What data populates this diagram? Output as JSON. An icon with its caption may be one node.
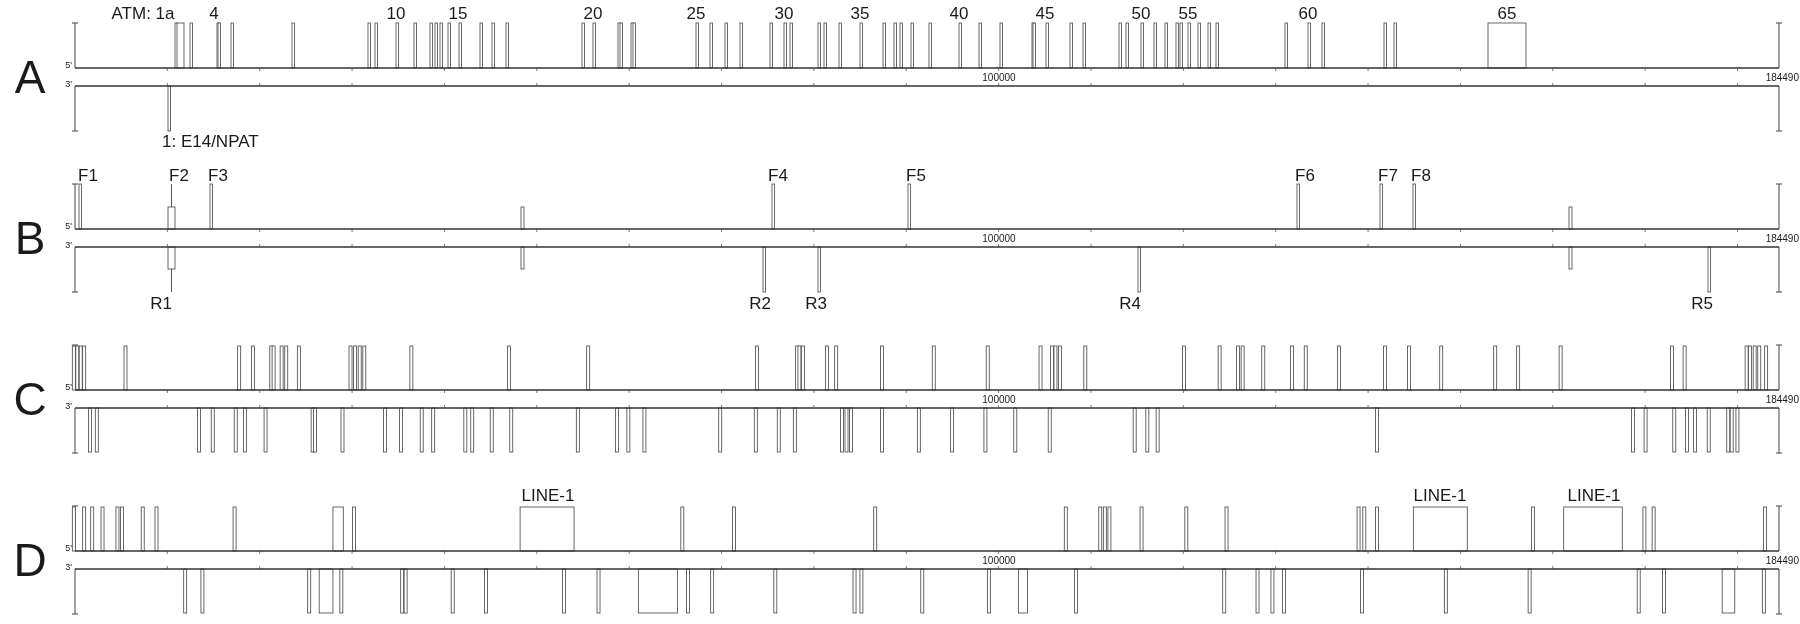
{
  "diagram": {
    "labels": [
      "A",
      "ATM: 1a",
      "4",
      "10",
      "15",
      "20",
      "25",
      "30",
      "35",
      "40",
      "45",
      "50",
      "55",
      "60",
      "65",
      "5'",
      "100000",
      "184490",
      "3'",
      "1: E14/NPAT",
      "B",
      "F1",
      "F2",
      "F3",
      "F4",
      "F5",
      "F6",
      "F7",
      "F8",
      "5'",
      "100000",
      "184490",
      "3'",
      "R1",
      "R2",
      "R3",
      "R4",
      "R5",
      "C",
      "5'",
      "100000",
      "184490",
      "3'",
      "D",
      "LINE-1",
      "LINE-1",
      "LINE-1",
      "5'",
      "100000",
      "184490",
      "3'"
    ]
  }
}
